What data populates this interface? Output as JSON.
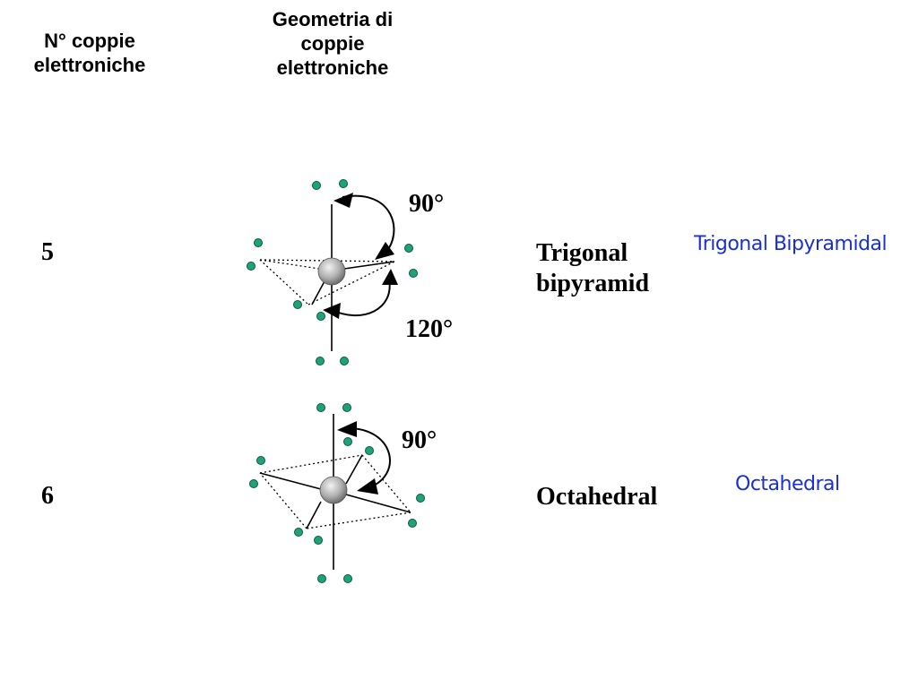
{
  "header": {
    "pairs_col": [
      "N° coppie",
      "elettroniche"
    ],
    "geometry_col": [
      "Geometria di",
      "coppie",
      "elettroniche"
    ]
  },
  "rows": [
    {
      "pairs": "5",
      "name": [
        "Trigonal",
        "bipyramid"
      ],
      "alt_name": "Trigonal Bipyramidal",
      "angles": [
        "90°",
        "120°"
      ]
    },
    {
      "pairs": "6",
      "name": [
        "Octahedral"
      ],
      "alt_name": "Octahedral",
      "angles": [
        "90°"
      ]
    }
  ],
  "colors": {
    "alt_label": "#1a2fd6",
    "electron_dot": "#1fa27a",
    "atom": "#b0b0b0",
    "text": "#000000"
  }
}
